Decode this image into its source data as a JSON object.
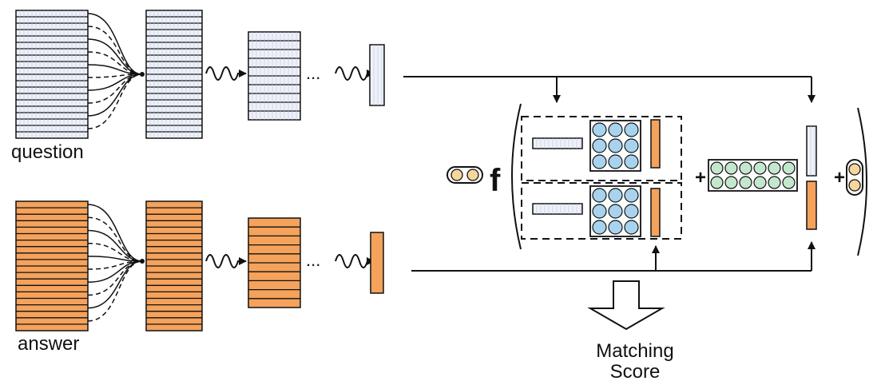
{
  "labels": {
    "question": "question",
    "answer": "answer",
    "ellipsis": "...",
    "f": "f",
    "plus": "+",
    "output_line1": "Matching",
    "output_line2": "Score"
  },
  "colors": {
    "question_fill": "#eef1f8",
    "question_stripe": "#b9c6dd",
    "answer_fill": "#f4a25c",
    "line": "#111111",
    "bias_unit": "#f5d79a",
    "matrix_circle": "#a7d3ef",
    "linear_circle": "#c4e8cd"
  }
}
